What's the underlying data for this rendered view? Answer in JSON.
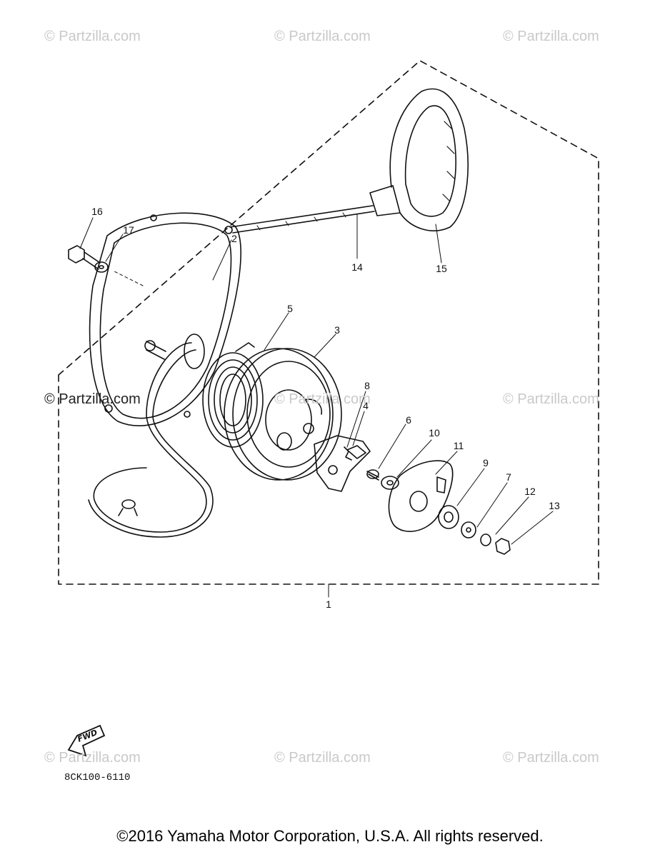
{
  "watermarks": [
    {
      "text": "© Partzilla.com"
    },
    {
      "text": "© Partzilla.com"
    },
    {
      "text": "© Partzilla.com"
    },
    {
      "text": "© Partzilla.com"
    },
    {
      "text": "© Partzilla.com"
    },
    {
      "text": "© Partzilla.com"
    },
    {
      "text": "© Partzilla.com"
    },
    {
      "text": "© Partzilla.com"
    },
    {
      "text": "© Partzilla.com"
    }
  ],
  "callouts": {
    "c1": "1",
    "c2": "2",
    "c3": "3",
    "c4": "4",
    "c5": "5",
    "c6": "6",
    "c7": "7",
    "c8": "8",
    "c9": "9",
    "c10": "10",
    "c11": "11",
    "c12": "12",
    "c13": "13",
    "c14": "14",
    "c15": "15",
    "c16": "16",
    "c17": "17"
  },
  "fwd_label": "FWD",
  "diagram_code": "8CK100-6110",
  "copyright": "©2016  Yamaha Motor Corporation, U.S.A. All rights reserved."
}
